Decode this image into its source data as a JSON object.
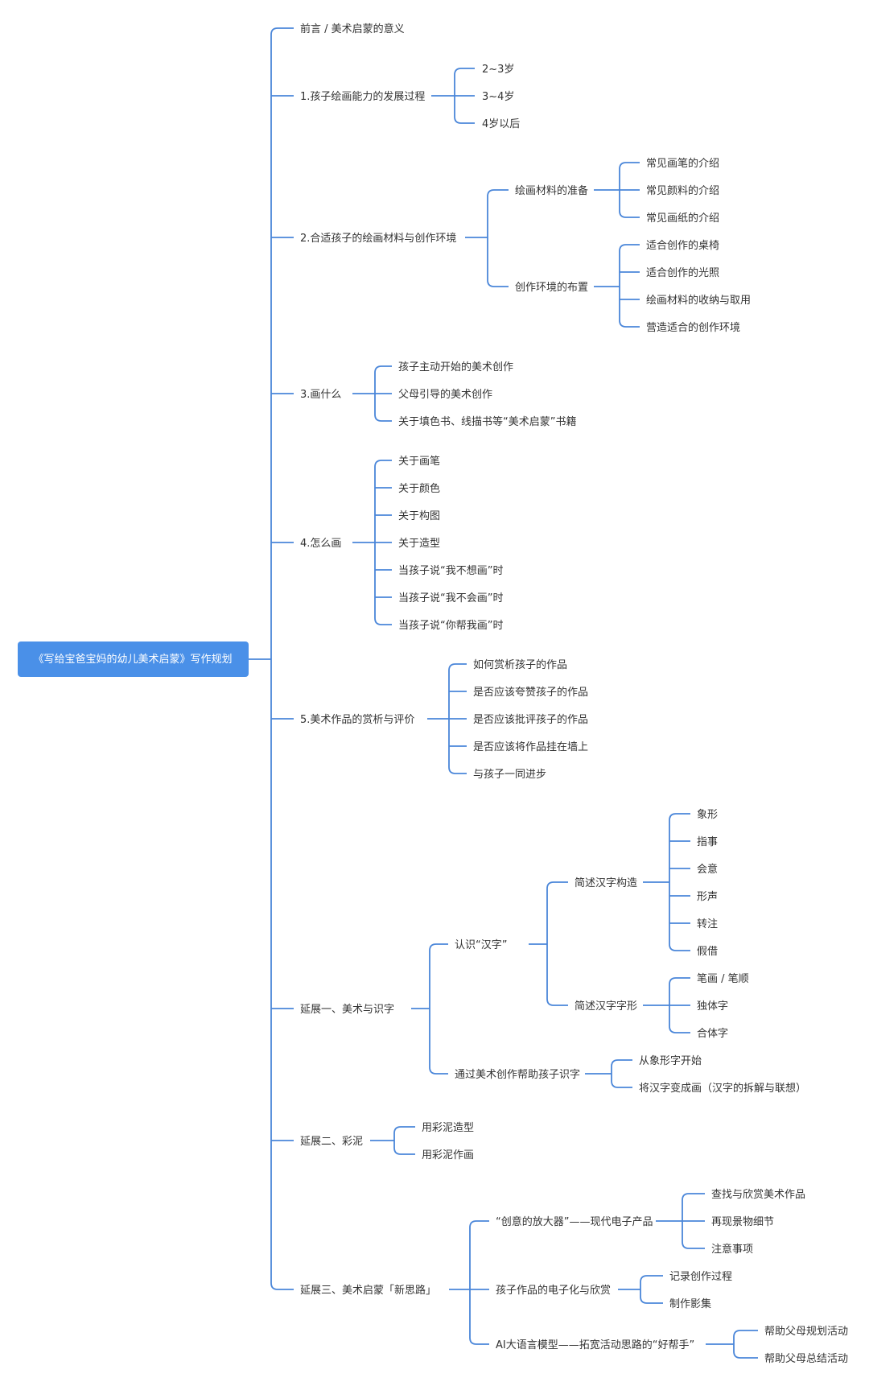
{
  "root": {
    "label": "《写给宝爸宝妈的幼儿美术启蒙》写作规划"
  },
  "branches": [
    {
      "label": "前言 / 美术启蒙的意义",
      "children": []
    },
    {
      "label": "1.孩子绘画能力的发展过程",
      "children": [
        {
          "label": "2~3岁"
        },
        {
          "label": "3~4岁"
        },
        {
          "label": "4岁以后"
        }
      ]
    },
    {
      "label": "2.合适孩子的绘画材料与创作环境",
      "children": [
        {
          "label": "绘画材料的准备",
          "children": [
            {
              "label": "常见画笔的介绍"
            },
            {
              "label": "常见颜料的介绍"
            },
            {
              "label": "常见画纸的介绍"
            }
          ]
        },
        {
          "label": "创作环境的布置",
          "children": [
            {
              "label": "适合创作的桌椅"
            },
            {
              "label": "适合创作的光照"
            },
            {
              "label": "绘画材料的收纳与取用"
            },
            {
              "label": "营造适合的创作环境"
            }
          ]
        }
      ]
    },
    {
      "label": "3.画什么",
      "children": [
        {
          "label": "孩子主动开始的美术创作"
        },
        {
          "label": "父母引导的美术创作"
        },
        {
          "label": "关于填色书、线描书等“美术启蒙”书籍"
        }
      ]
    },
    {
      "label": "4.怎么画",
      "children": [
        {
          "label": "关于画笔"
        },
        {
          "label": "关于颜色"
        },
        {
          "label": "关于构图"
        },
        {
          "label": "关于造型"
        },
        {
          "label": "当孩子说“我不想画”时"
        },
        {
          "label": "当孩子说“我不会画”时"
        },
        {
          "label": "当孩子说“你帮我画”时"
        }
      ]
    },
    {
      "label": "5.美术作品的赏析与评价",
      "children": [
        {
          "label": "如何赏析孩子的作品"
        },
        {
          "label": "是否应该夸赞孩子的作品"
        },
        {
          "label": "是否应该批评孩子的作品"
        },
        {
          "label": "是否应该将作品挂在墙上"
        },
        {
          "label": "与孩子一同进步"
        }
      ]
    },
    {
      "label": "延展一、美术与识字",
      "children": [
        {
          "label": "认识“汉字”",
          "children": [
            {
              "label": "简述汉字构造",
              "children": [
                {
                  "label": "象形"
                },
                {
                  "label": "指事"
                },
                {
                  "label": "会意"
                },
                {
                  "label": "形声"
                },
                {
                  "label": "转注"
                },
                {
                  "label": "假借"
                }
              ]
            },
            {
              "label": "简述汉字字形",
              "children": [
                {
                  "label": "笔画 / 笔顺"
                },
                {
                  "label": "独体字"
                },
                {
                  "label": "合体字"
                }
              ]
            }
          ]
        },
        {
          "label": "通过美术创作帮助孩子识字",
          "children": [
            {
              "label": "从象形字开始"
            },
            {
              "label": "将汉字变成画（汉字的拆解与联想）"
            }
          ]
        }
      ]
    },
    {
      "label": "延展二、彩泥",
      "children": [
        {
          "label": "用彩泥造型"
        },
        {
          "label": "用彩泥作画"
        }
      ]
    },
    {
      "label": "延展三、美术启蒙「新思路」",
      "children": [
        {
          "label": "“创意的放大器”——现代电子产品",
          "children": [
            {
              "label": "查找与欣赏美术作品"
            },
            {
              "label": "再现景物细节"
            },
            {
              "label": "注意事项"
            }
          ]
        },
        {
          "label": "孩子作品的电子化与欣赏",
          "children": [
            {
              "label": "记录创作过程"
            },
            {
              "label": "制作影集"
            }
          ]
        },
        {
          "label": "AI大语言模型——拓宽活动思路的“好帮手”",
          "children": [
            {
              "label": "帮助父母规划活动"
            },
            {
              "label": "帮助父母总结活动"
            }
          ]
        }
      ]
    }
  ],
  "colors": {
    "line": "#4a86d9",
    "root_fill": "#4a90e8",
    "text": "#333333"
  }
}
